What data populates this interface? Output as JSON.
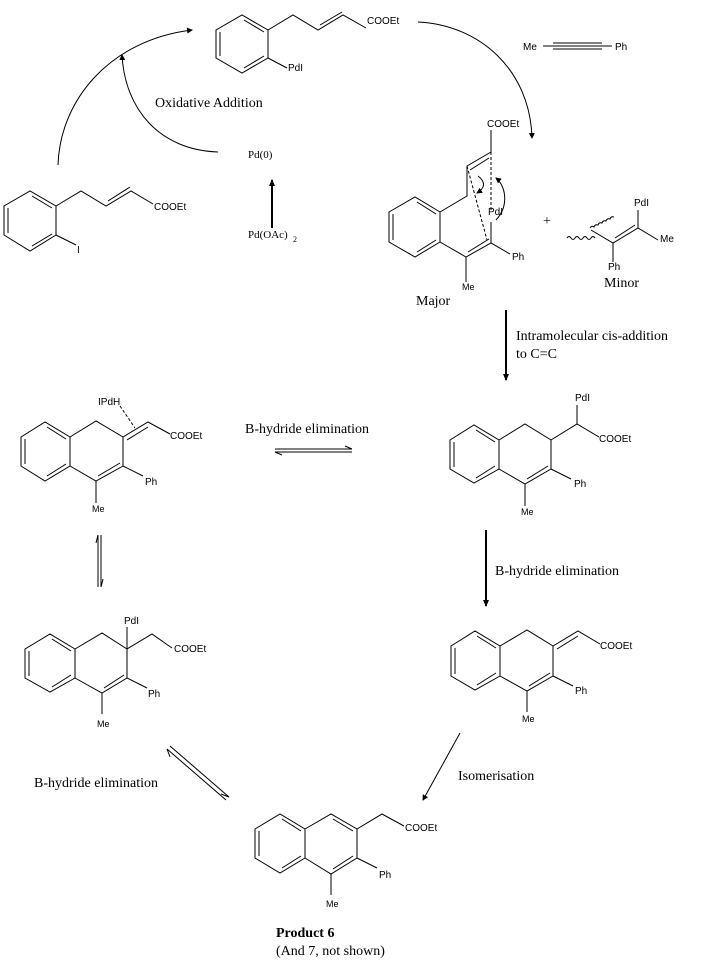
{
  "diagram": {
    "title": "Pd-catalysed carbopalladation cascade mechanism",
    "reagents": {
      "precatalyst": "Pd(OAc)",
      "precatalyst_subscript": "2",
      "catalyst": "Pd(0)",
      "alkyne_left": "Me",
      "alkyne_right": "Ph"
    },
    "steps": {
      "oxidative_addition": "Oxidative Addition",
      "cis_addition_line1": "Intramolecular cis-addition",
      "cis_addition_line2": "to C=C",
      "beta_hydride_1": "B-hydride elimination",
      "beta_hydride_2": "B-hydride elimination",
      "beta_hydride_3": "B-hydride elimination",
      "isomerisation": "Isomerisation"
    },
    "labels": {
      "plus": "+",
      "major": "Major",
      "minor": "Minor",
      "product": "Product 6",
      "product_note": "(And 7,  not shown)"
    },
    "atoms": {
      "cooet": "COOEt",
      "pdi": "PdI",
      "ipdh": "IPdH",
      "iodo": "I",
      "me": "Me",
      "ph": "Ph"
    }
  }
}
